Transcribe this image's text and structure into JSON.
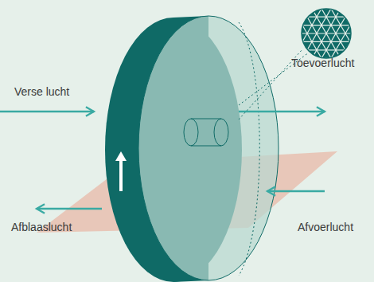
{
  "diagram": {
    "labels": [
      "Verse lucht",
      "Toevoerlucht",
      "Afblaaslucht",
      "Afvoerlucht"
    ]
  }
}
